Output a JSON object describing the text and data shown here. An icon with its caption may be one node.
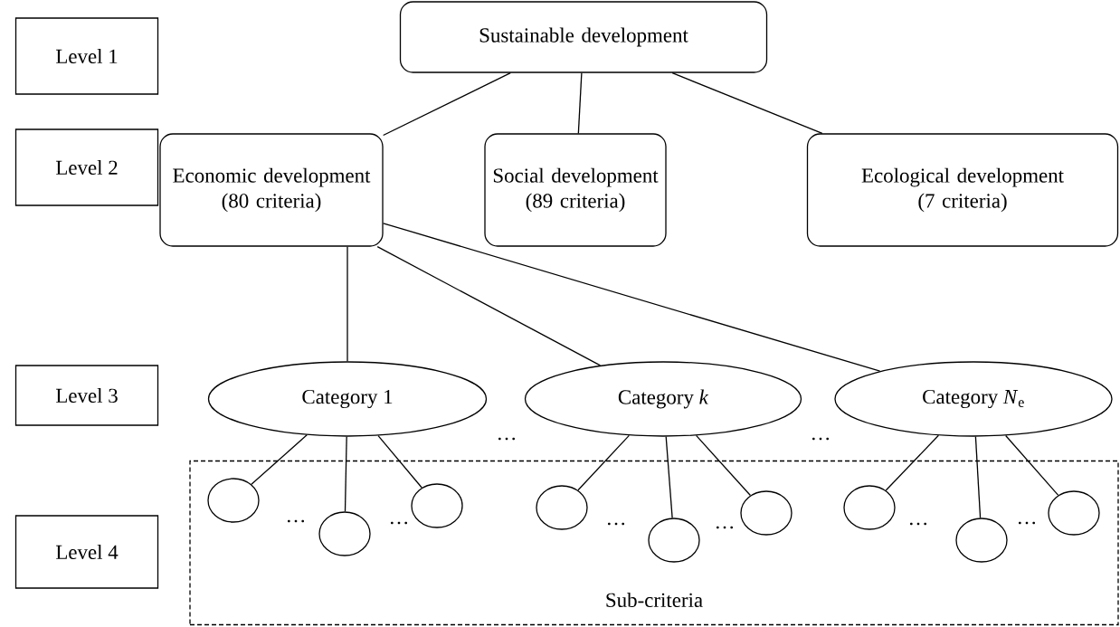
{
  "diagram": {
    "nodes": [
      {
        "text": [
          "Level 1"
        ]
      },
      {
        "text": [
          "Level 2"
        ]
      },
      {
        "text": [
          "Level 3"
        ]
      },
      {
        "text": [
          "Level 4"
        ]
      },
      {
        "text": [
          "Sustainable development"
        ]
      },
      {
        "text": [
          "Economic development (80 criteria)"
        ]
      },
      {
        "text": [
          "Social development (89 criteria)"
        ]
      },
      {
        "text": [
          "Ecological development (7 criteria)"
        ]
      },
      {
        "text": [
          "Category 1"
        ]
      },
      {
        "text": [
          "Category *k*"
        ]
      },
      {
        "text": [
          "Category *N*$_{e}$"
        ]
      },
      {
        "text": [
          "Sub-criteria"
        ]
      },
      {
        "text": [],
        "shape": "circle",
        "in": 11
      },
      {
        "text": [],
        "shape": "circle",
        "in": 11
      },
      {
        "text": [],
        "shape": "circle",
        "in": 11
      },
      {
        "text": [],
        "shape": "circle",
        "in": 11
      },
      {
        "text": [],
        "shape": "circle",
        "in": 11
      },
      {
        "text": [],
        "shape": "circle",
        "in": 11
      },
      {
        "text": [],
        "shape": "circle",
        "in": 11
      },
      {
        "text": [],
        "shape": "circle",
        "in": 11
      },
      {
        "text": [],
        "shape": "circle",
        "in": 11
      }
    ],
    "edges": [
      {
        "from": 4,
        "to": 5,
        "arrow": "none"
      },
      {
        "from": 4,
        "to": 6,
        "arrow": "none"
      },
      {
        "from": 4,
        "to": 7,
        "arrow": "none"
      },
      {
        "from": 5,
        "to": 8,
        "arrow": "none"
      },
      {
        "from": 5,
        "to": 9,
        "arrow": "none"
      },
      {
        "from": 5,
        "to": 10,
        "arrow": "none"
      },
      {
        "from": 8,
        "to": 12,
        "arrow": "none"
      },
      {
        "from": 8,
        "to": 13,
        "arrow": "none"
      },
      {
        "from": 8,
        "to": 14,
        "arrow": "none"
      },
      {
        "from": 9,
        "to": 15,
        "arrow": "none"
      },
      {
        "from": 9,
        "to": 16,
        "arrow": "none"
      },
      {
        "from": 9,
        "to": 17,
        "arrow": "none"
      },
      {
        "from": 10,
        "to": 18,
        "arrow": "none"
      },
      {
        "from": 10,
        "to": 19,
        "arrow": "none"
      },
      {
        "from": 10,
        "to": 20,
        "arrow": "none"
      }
    ],
    "labels": [
      "…",
      "…",
      "…",
      "…",
      "…",
      "…",
      "…",
      "…"
    ]
  }
}
